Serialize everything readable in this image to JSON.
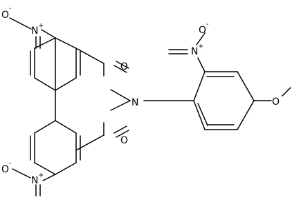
{
  "molecule": {
    "atoms": {
      "o_top_left": {
        "text": "O",
        "charge": "-"
      },
      "n_top_left": {
        "text": "N",
        "charge": "+"
      },
      "o_bottom_left": {
        "text": "O",
        "charge": "-"
      },
      "n_bottom_left": {
        "text": "N",
        "charge": "+"
      },
      "o_imide_top": {
        "text": "O"
      },
      "o_imide_bottom": {
        "text": "O"
      },
      "n_imide": {
        "text": "N"
      },
      "o_top_right": {
        "text": "O",
        "charge": "-"
      },
      "n_top_right": {
        "text": "N",
        "charge": "+"
      },
      "o_methoxy": {
        "text": "O"
      }
    }
  }
}
